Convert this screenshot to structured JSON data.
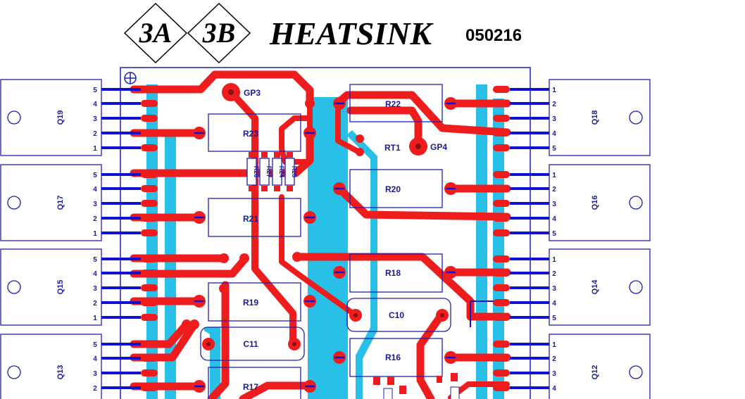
{
  "header": {
    "badge_a": "3A",
    "badge_b": "3B",
    "title": "HEATSINK",
    "code": "050216"
  },
  "colors": {
    "trace": "#ee1c1c",
    "pad_cyan": "#29c0e8",
    "outline": "#1f1fb0",
    "pin_blue": "#1010d0",
    "hole": "#8a1010"
  },
  "transistors_left": [
    {
      "label": "Q19",
      "pins": [
        "5",
        "4",
        "3",
        "2",
        "1"
      ]
    },
    {
      "label": "Q17",
      "pins": [
        "5",
        "4",
        "3",
        "2",
        "1"
      ]
    },
    {
      "label": "Q15",
      "pins": [
        "5",
        "4",
        "3",
        "2",
        "1"
      ]
    },
    {
      "label": "Q13",
      "pins": [
        "5",
        "4",
        "3",
        "2"
      ]
    }
  ],
  "transistors_right": [
    {
      "label": "Q18",
      "pins": [
        "1",
        "2",
        "3",
        "4",
        "5"
      ]
    },
    {
      "label": "Q16",
      "pins": [
        "1",
        "2",
        "3",
        "4",
        "5"
      ]
    },
    {
      "label": "Q14",
      "pins": [
        "1",
        "2",
        "3",
        "4",
        "5"
      ]
    },
    {
      "label": "Q12",
      "pins": [
        "1",
        "2",
        "3",
        "4"
      ]
    }
  ],
  "components": {
    "r22": "R22",
    "r23": "R23",
    "r20": "R20",
    "r21": "R21",
    "r18": "R18",
    "r19": "R19",
    "r16": "R16",
    "r17": "R17",
    "c10": "C10",
    "c11": "C11",
    "rt1": "RT1",
    "gp3": "GP3",
    "gp4": "GP4",
    "r26": "R26",
    "r27": "R27",
    "r24": "R24",
    "r25": "R25"
  }
}
